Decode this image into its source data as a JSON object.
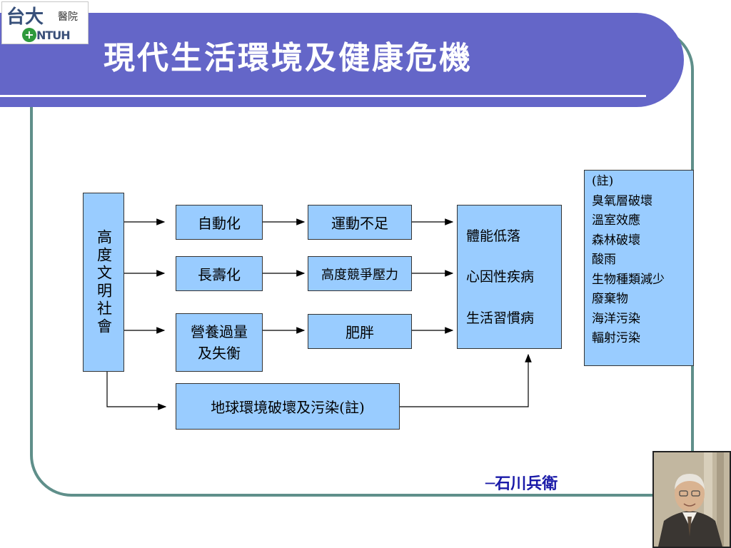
{
  "slide": {
    "title": "現代生活環境及健康危機",
    "logo": {
      "main_text": "台大",
      "sub_text": "醫院",
      "english": "NTUH"
    },
    "author": "─石川兵衛"
  },
  "diagram": {
    "source": "高度文明社會",
    "causes": [
      "自動化",
      "長壽化",
      "營養過量",
      "及失衡"
    ],
    "effects": [
      "運動不足",
      "高度競爭壓力",
      "肥胖"
    ],
    "environment": "地球環境破壞及污染(註)",
    "outcomes": [
      "體能低落",
      "心因性疾病",
      "生活習慣病"
    ],
    "note": {
      "header": "(註)",
      "items": [
        "臭氧層破壞",
        "溫室效應",
        "森林破壞",
        "酸雨",
        "生物種類減少",
        "廢棄物",
        "海洋污染",
        "輻射污染"
      ]
    }
  },
  "colors": {
    "title_bar": "#6466c8",
    "box_fill": "#99ccff",
    "frame": "#5f8f8a",
    "author": "#1a1aa8"
  }
}
